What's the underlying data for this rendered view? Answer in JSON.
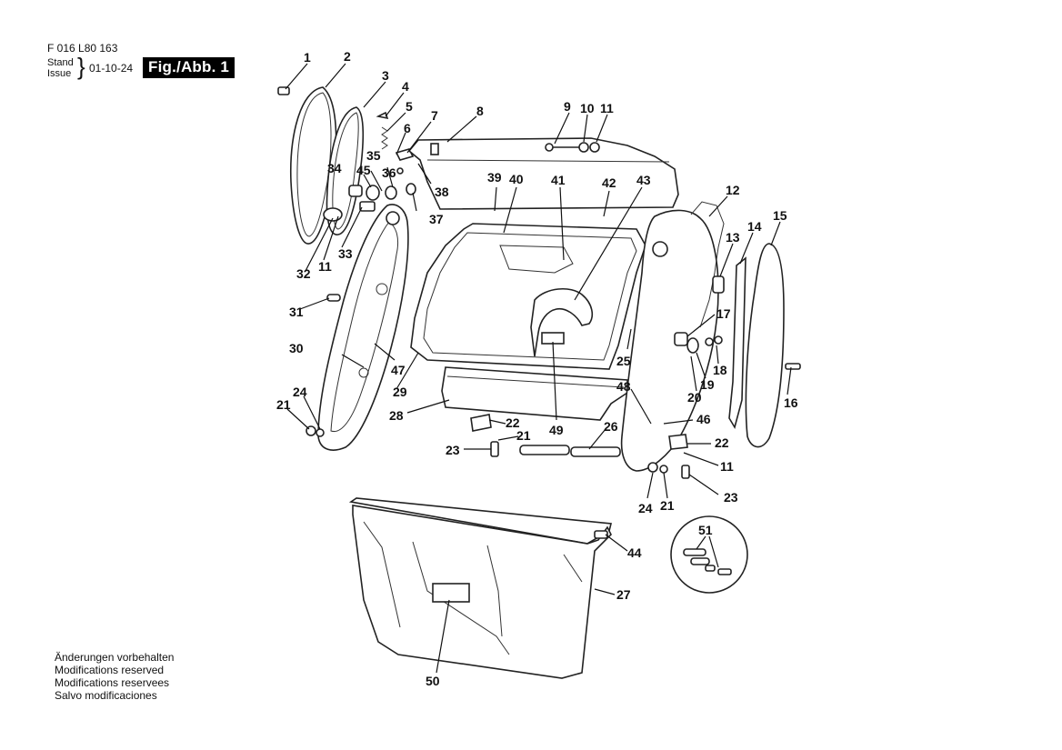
{
  "header": {
    "part_number": "F 016 L80 163",
    "stand_label": "Stand",
    "issue_label": "Issue",
    "date": "01-10-24",
    "figure": "Fig./Abb. 1"
  },
  "footer": {
    "lines": [
      "Änderungen vorbehalten",
      "Modifications reserved",
      "Modifications reservees",
      "Salvo modificaciones"
    ]
  },
  "callouts": [
    "1",
    "2",
    "3",
    "4",
    "5",
    "6",
    "7",
    "8",
    "9",
    "10",
    "11",
    "12",
    "13",
    "14",
    "15",
    "16",
    "17",
    "18",
    "19",
    "20",
    "21",
    "22",
    "23",
    "24",
    "25",
    "26",
    "27",
    "28",
    "29",
    "30",
    "31",
    "32",
    "33",
    "34",
    "35",
    "36",
    "37",
    "38",
    "39",
    "40",
    "41",
    "42",
    "43",
    "44",
    "45",
    "46",
    "47",
    "48",
    "49",
    "50",
    "51"
  ]
}
